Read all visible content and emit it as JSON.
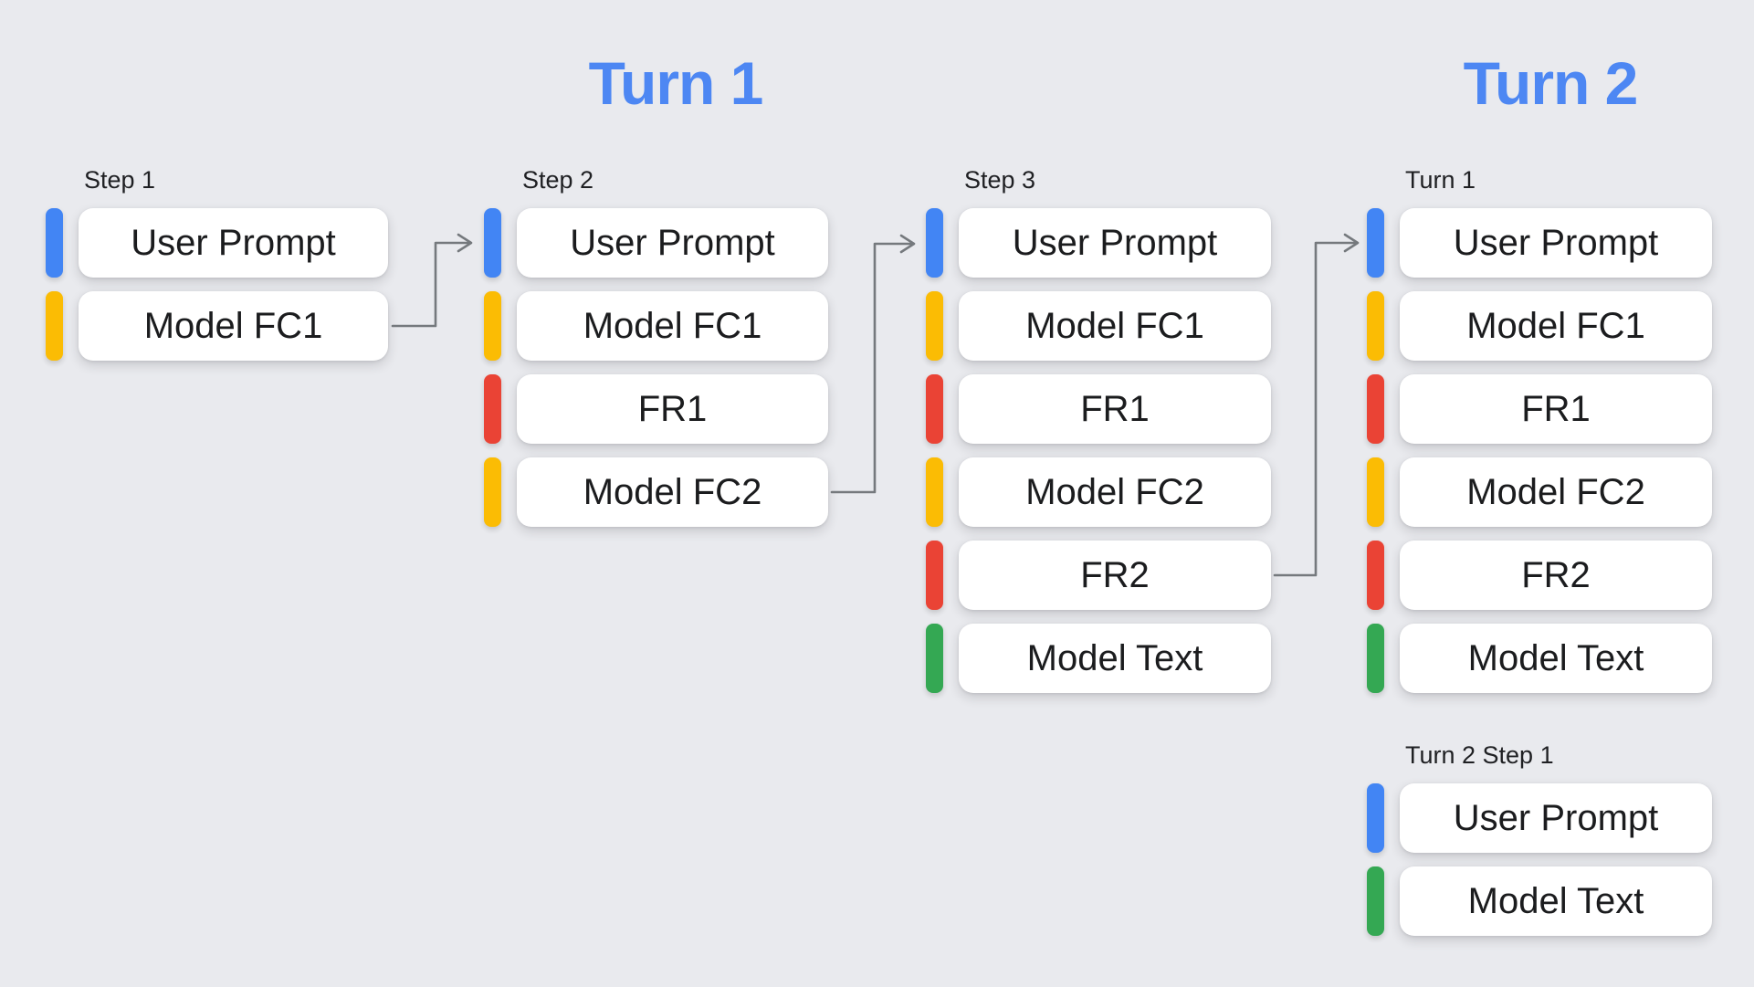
{
  "titles": {
    "turn1": "Turn 1",
    "turn2": "Turn 2"
  },
  "palette": {
    "title_blue": "#4d87f3",
    "user_prompt": "#4285F4",
    "model_fc": "#FBBC04",
    "function_response": "#EA4335",
    "model_text": "#34A853",
    "arrow_gray": "#75797d",
    "background": "#e9eaee",
    "card_bg": "#ffffff"
  },
  "columns": [
    {
      "label": "Step 1",
      "items": [
        {
          "type": "user_prompt",
          "text": "User Prompt"
        },
        {
          "type": "model_fc",
          "text": "Model FC1"
        }
      ]
    },
    {
      "label": "Step 2",
      "items": [
        {
          "type": "user_prompt",
          "text": "User Prompt"
        },
        {
          "type": "model_fc",
          "text": "Model FC1"
        },
        {
          "type": "function_response",
          "text": "FR1"
        },
        {
          "type": "model_fc",
          "text": "Model FC2"
        }
      ]
    },
    {
      "label": "Step 3",
      "items": [
        {
          "type": "user_prompt",
          "text": "User Prompt"
        },
        {
          "type": "model_fc",
          "text": "Model FC1"
        },
        {
          "type": "function_response",
          "text": "FR1"
        },
        {
          "type": "model_fc",
          "text": "Model FC2"
        },
        {
          "type": "function_response",
          "text": "FR2"
        },
        {
          "type": "model_text",
          "text": "Model Text"
        }
      ]
    },
    {
      "label": "Turn 1",
      "items": [
        {
          "type": "user_prompt",
          "text": "User Prompt"
        },
        {
          "type": "model_fc",
          "text": "Model FC1"
        },
        {
          "type": "function_response",
          "text": "FR1"
        },
        {
          "type": "model_fc",
          "text": "Model FC2"
        },
        {
          "type": "function_response",
          "text": "FR2"
        },
        {
          "type": "model_text",
          "text": "Model Text"
        }
      ]
    },
    {
      "label": "Turn 2 Step 1",
      "items": [
        {
          "type": "user_prompt",
          "text": "User Prompt"
        },
        {
          "type": "model_text",
          "text": "Model Text"
        }
      ]
    }
  ],
  "arrows": [
    {
      "from": "Step 1 / Model FC1",
      "to": "Step 2 / User Prompt"
    },
    {
      "from": "Step 2 / Model FC2",
      "to": "Step 3 / User Prompt"
    },
    {
      "from": "Step 3 / FR2",
      "to": "Turn 1 / User Prompt"
    }
  ]
}
